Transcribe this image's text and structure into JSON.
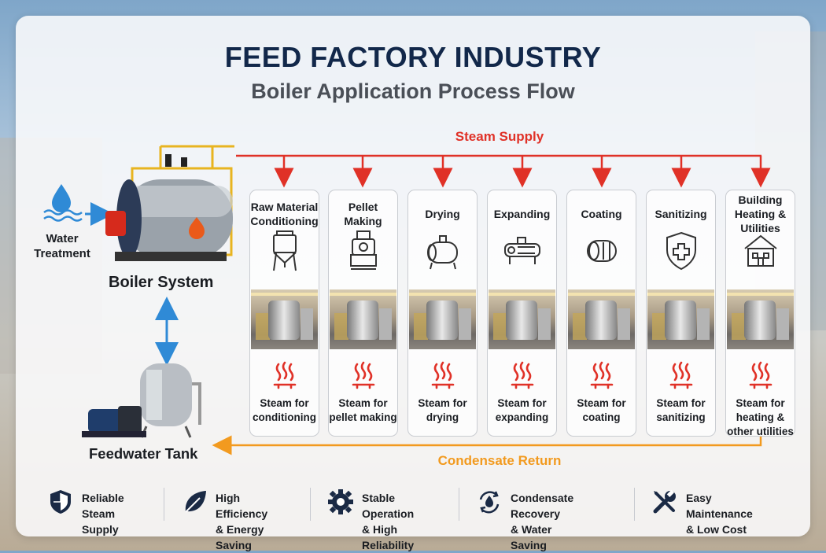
{
  "title": "FEED FACTORY INDUSTRY",
  "subtitle": "Boiler Application Process Flow",
  "steam_supply_label": "Steam Supply",
  "condensate_return_label": "Condensate Return",
  "water_treatment_label": "Water\nTreatment",
  "boiler_label": "Boiler System",
  "feedwater_label": "Feedwater Tank",
  "colors": {
    "steam": "#e03127",
    "condensate": "#f29a1f",
    "link": "#2f8ad6",
    "title": "#12284a"
  },
  "stages": [
    {
      "title": "Raw Material Conditioning",
      "desc": "Steam for conditioning",
      "icon": "conditioner-tank-icon"
    },
    {
      "title": "Pellet Making",
      "desc": "Steam for pellet making",
      "icon": "pellet-mill-icon"
    },
    {
      "title": "Drying",
      "desc": "Steam for drying",
      "icon": "dryer-icon"
    },
    {
      "title": "Expanding",
      "desc": "Steam for expanding",
      "icon": "expander-icon"
    },
    {
      "title": "Coating",
      "desc": "Steam for coating",
      "icon": "coating-drum-icon"
    },
    {
      "title": "Sanitizing",
      "desc": "Steam for sanitizing",
      "icon": "shield-cross-icon"
    },
    {
      "title": "Building Heating & Utilities",
      "desc": "Steam for heating & other utilities",
      "icon": "building-icon"
    }
  ],
  "features": [
    {
      "text": "Reliable Steam\nSupply",
      "icon": "shield-icon"
    },
    {
      "text": "High Efficiency\n& Energy Saving",
      "icon": "leaf-icon"
    },
    {
      "text": "Stable Operation\n& High Reliability",
      "icon": "gear-icon"
    },
    {
      "text": "Condensate Recovery\n& Water Saving",
      "icon": "recycle-water-icon"
    },
    {
      "text": "Easy Maintenance\n& Low Cost",
      "icon": "tools-icon"
    }
  ]
}
